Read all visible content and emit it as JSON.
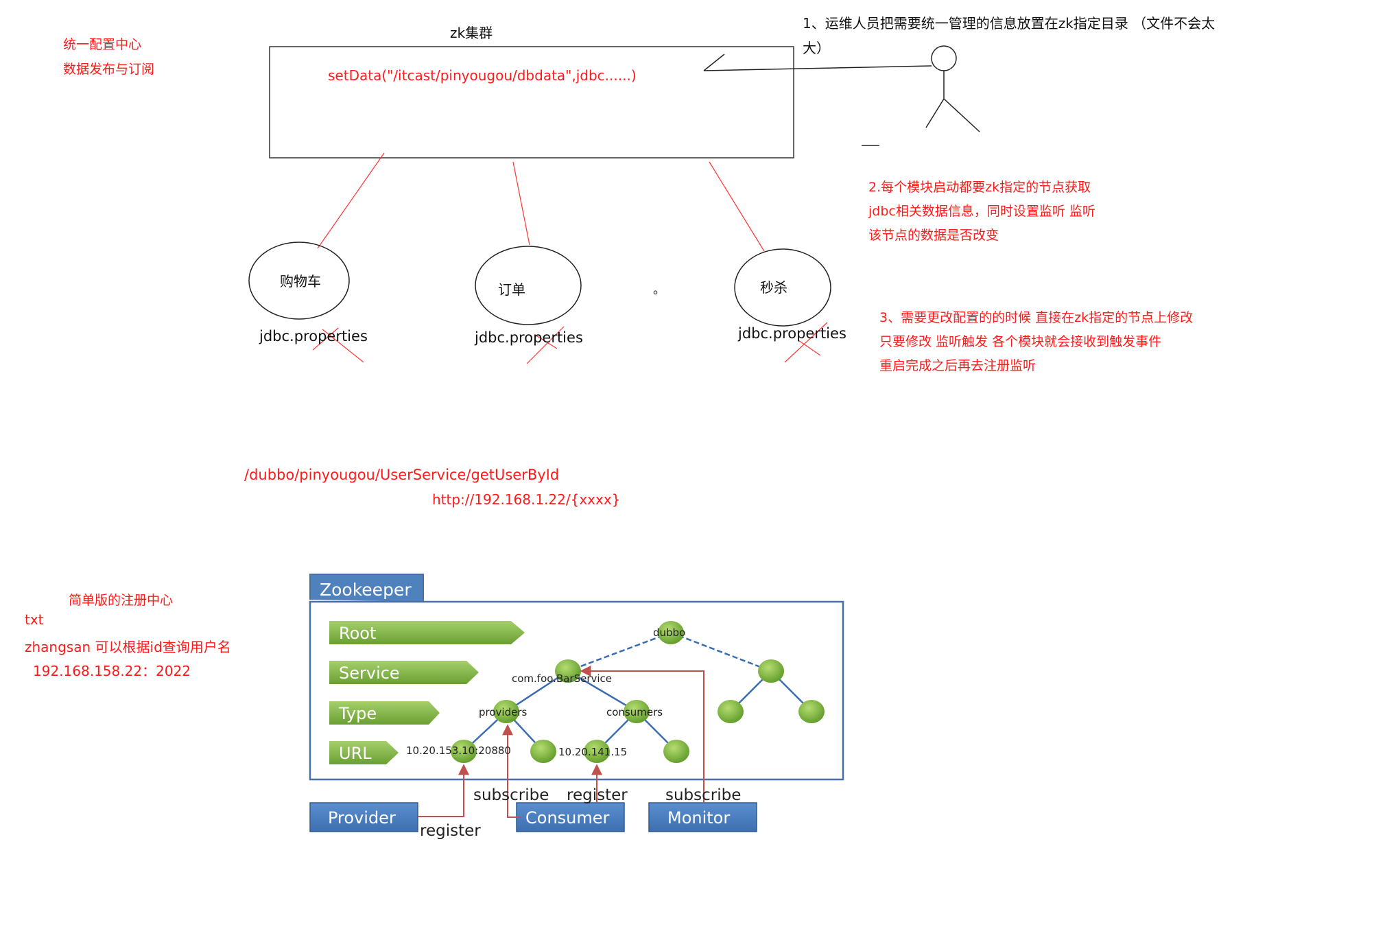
{
  "left_notes": {
    "line1": "统一配置中心",
    "line2": "数据发布与订阅",
    "registry_title": "简单版的注册中心",
    "txt": "txt",
    "zhangsan": "zhangsan  可以根据id查询用户名",
    "ip": "192.168.158.22：2022"
  },
  "cluster": {
    "title": "zk集群",
    "call": "setData(\"/itcast/pinyougou/dbdata\",jdbc......)"
  },
  "modules": [
    {
      "name": "购物车",
      "file": "jdbc.properties"
    },
    {
      "name": "订单",
      "file": "jdbc.properties"
    },
    {
      "name": "秒杀",
      "file": "jdbc.properties"
    }
  ],
  "dot": "。",
  "steps": {
    "step1_line1": "1、运维人员把需要统一管理的信息放置在zk指定目录 （文件不会太",
    "step1_line2": "大）",
    "step2_line1": "2.每个模块启动都要zk指定的节点获取",
    "step2_line2": "jdbc相关数据信息，同时设置监听 监听",
    "step2_line3": "该节点的数据是否改变",
    "step3_line1": "3、需要更改配置的的时候 直接在zk指定的节点上修改",
    "step3_line2": " 只要修改  监听触发  各个模块就会接收到触发事件",
    "step3_line3": "重启完成之后再去注册监听"
  },
  "dubbo_path": "/dubbo/pinyougou/UserService/getUserById",
  "dubbo_url": "http://192.168.1.22/{xxxx}",
  "zk_diagram": {
    "tab": "Zookeeper",
    "levels": [
      "Root",
      "Service",
      "Type",
      "URL"
    ],
    "nodes": {
      "root": "dubbo",
      "service": "com.foo.BarService",
      "providers": "providers",
      "consumers": "consumers",
      "provider_url": "10.20.153.10:20880",
      "consumer_url": "10.20.141.15"
    },
    "actors": [
      "Provider",
      "Consumer",
      "Monitor"
    ],
    "arrow_labels": {
      "provider_register": "register",
      "consumer_subscribe": "subscribe",
      "consumer_register": "register",
      "monitor_subscribe": "subscribe"
    },
    "colors": {
      "green": "#7cb342",
      "blue_box": "#4f81bd",
      "frame": "#4a6fa5",
      "link": "#3a6bb0",
      "arrow": "#c0504d"
    }
  }
}
